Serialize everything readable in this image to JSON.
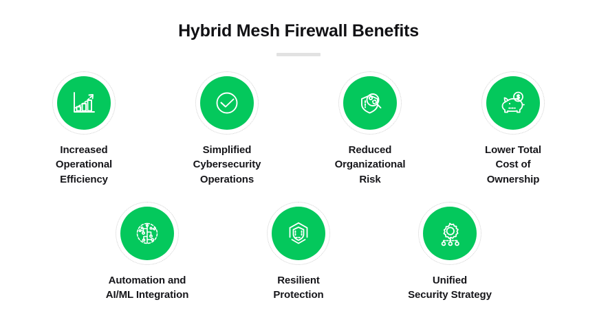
{
  "header": {
    "title": "Hybrid Mesh Firewall Benefits",
    "divider_color": "#e2e2e2"
  },
  "theme": {
    "background": "#ffffff",
    "accent_green": "#04c85c",
    "ring_color": "#cfcfcf",
    "text_color": "#16161a",
    "icon_stroke": "#ffffff"
  },
  "rows": [
    {
      "items": [
        {
          "label": "Increased\nOperational\nEfficiency",
          "icon": "bar-chart-growth-icon"
        },
        {
          "label": "Simplified\nCybersecurity\nOperations",
          "icon": "check-circle-icon"
        },
        {
          "label": "Reduced\nOrganizational\nRisk",
          "icon": "shield-magnifier-icon"
        },
        {
          "label": "Lower Total\nCost of\nOwnership",
          "icon": "piggy-bank-icon"
        }
      ]
    },
    {
      "items": [
        {
          "label": "Automation and\nAI/ML Integration",
          "icon": "ai-brain-circuit-icon"
        },
        {
          "label": "Resilient\nProtection",
          "icon": "hexagon-shield-icon"
        },
        {
          "label": "Unified\nSecurity Strategy",
          "icon": "gear-nodes-icon"
        }
      ]
    }
  ]
}
